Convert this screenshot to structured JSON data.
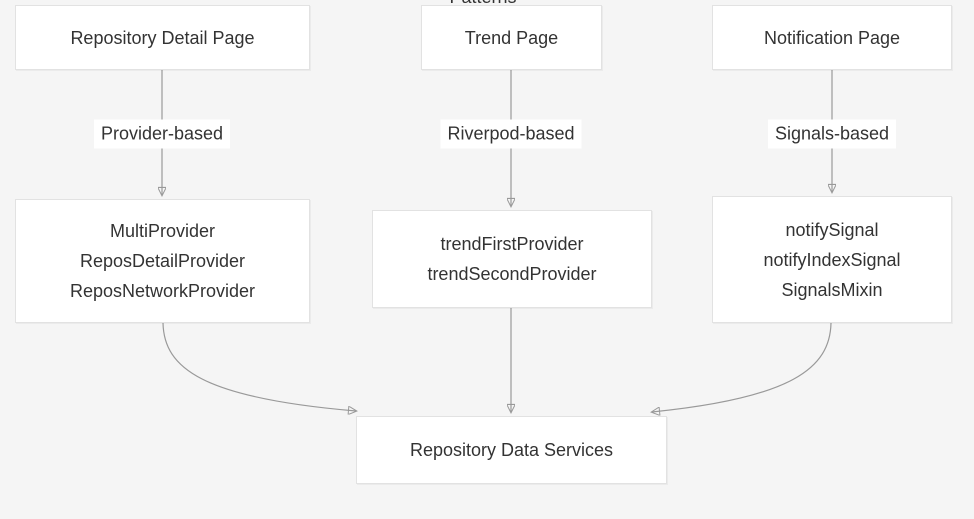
{
  "diagram": {
    "clipped_title": "Patterns",
    "colors": {
      "background": "#f5f5f5",
      "node_fill": "#ffffff",
      "node_border": "#e2e2e2",
      "arrow": "#999999",
      "text": "#333333"
    },
    "nodes": [
      {
        "id": "repository-detail-page",
        "lines": [
          "Repository Detail Page"
        ]
      },
      {
        "id": "trend-page",
        "lines": [
          "Trend Page"
        ]
      },
      {
        "id": "notification-page",
        "lines": [
          "Notification Page"
        ]
      },
      {
        "id": "provider-group",
        "lines": [
          "MultiProvider",
          "ReposDetailProvider",
          "ReposNetworkProvider"
        ]
      },
      {
        "id": "riverpod-group",
        "lines": [
          "trendFirstProvider",
          "trendSecondProvider"
        ]
      },
      {
        "id": "signals-group",
        "lines": [
          "notifySignal",
          "notifyIndexSignal",
          "SignalsMixin"
        ]
      },
      {
        "id": "repository-data-services",
        "lines": [
          "Repository Data Services"
        ]
      }
    ],
    "edges": [
      {
        "from": "repository-detail-page",
        "to": "provider-group",
        "label": "Provider-based"
      },
      {
        "from": "trend-page",
        "to": "riverpod-group",
        "label": "Riverpod-based"
      },
      {
        "from": "notification-page",
        "to": "signals-group",
        "label": "Signals-based"
      },
      {
        "from": "provider-group",
        "to": "repository-data-services",
        "label": ""
      },
      {
        "from": "riverpod-group",
        "to": "repository-data-services",
        "label": ""
      },
      {
        "from": "signals-group",
        "to": "repository-data-services",
        "label": ""
      }
    ]
  }
}
